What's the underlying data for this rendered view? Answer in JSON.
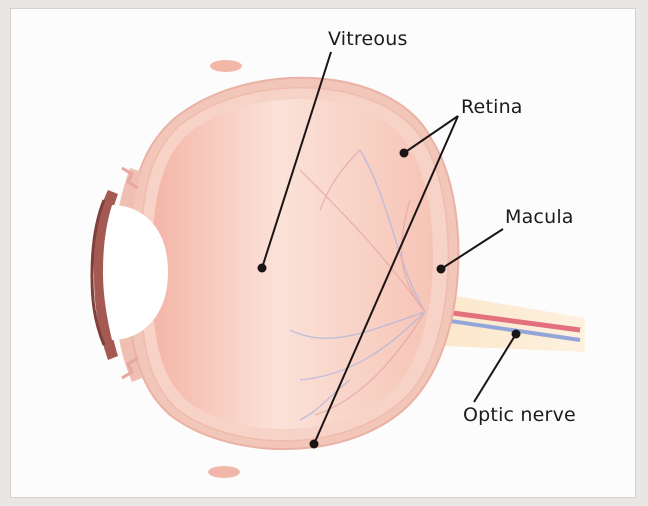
{
  "labels": {
    "vitreous": "Vitreous",
    "retina": "Retina",
    "macula": "Macula",
    "optic_nerve": "Optic nerve"
  },
  "colors": {
    "sclera": "#f3c7b9",
    "vitreous_light": "#fbe3d9",
    "vitreous_dark": "#f4b7a9",
    "iris": "#a4564f",
    "vessel_blue": "#8fa4d8",
    "vessel_red": "#e0707a",
    "nerve_sheath": "#fbe9c6",
    "leader_line": "#1a1414"
  }
}
